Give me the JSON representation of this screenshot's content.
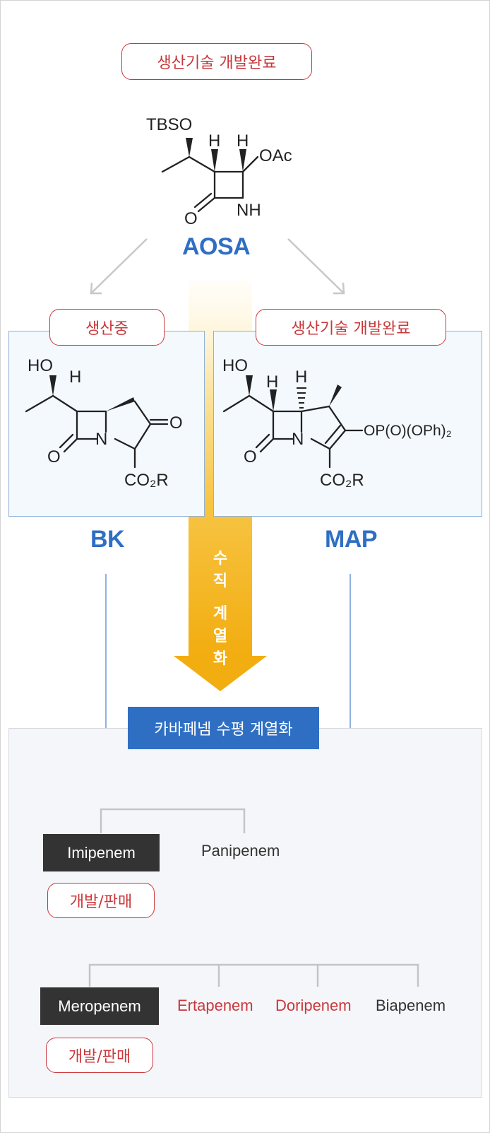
{
  "top_status": "생산기술 개발완료",
  "aosa": {
    "name": "AOSA",
    "atoms": {
      "tbso": "TBSO",
      "h1": "H",
      "h2": "H",
      "oac": "OAc",
      "nh": "NH",
      "o": "O"
    }
  },
  "bk": {
    "status": "생산중",
    "name": "BK",
    "atoms": {
      "ho": "HO",
      "h": "H",
      "o_ketone": "O",
      "o_lactam": "O",
      "n": "N",
      "co2r": "CO₂R"
    }
  },
  "map": {
    "status": "생산기술 개발완료",
    "name": "MAP",
    "atoms": {
      "ho": "HO",
      "h1": "H",
      "h2": "H",
      "o_lactam": "O",
      "n": "N",
      "op": "OP(O)(OPh)₂",
      "co2r": "CO₂R"
    }
  },
  "vertical_label": [
    "수",
    "직",
    "",
    "계",
    "열",
    "화"
  ],
  "horizontal_title": "카바페넴 수평 계열화",
  "row1": {
    "drugs": [
      {
        "name": "Imipenem",
        "style": "black"
      },
      {
        "name": "Panipenem",
        "style": "dark"
      }
    ],
    "badge": "개발/판매"
  },
  "row2": {
    "drugs": [
      {
        "name": "Meropenem",
        "style": "black"
      },
      {
        "name": "Ertapenem",
        "style": "red"
      },
      {
        "name": "Doripenem",
        "style": "red"
      },
      {
        "name": "Biapenem",
        "style": "dark"
      }
    ],
    "badge": "개발/판매"
  },
  "colors": {
    "red": "#c9383c",
    "blue": "#2f6fc3",
    "orange": "#f3ae12",
    "dark": "#333333"
  }
}
